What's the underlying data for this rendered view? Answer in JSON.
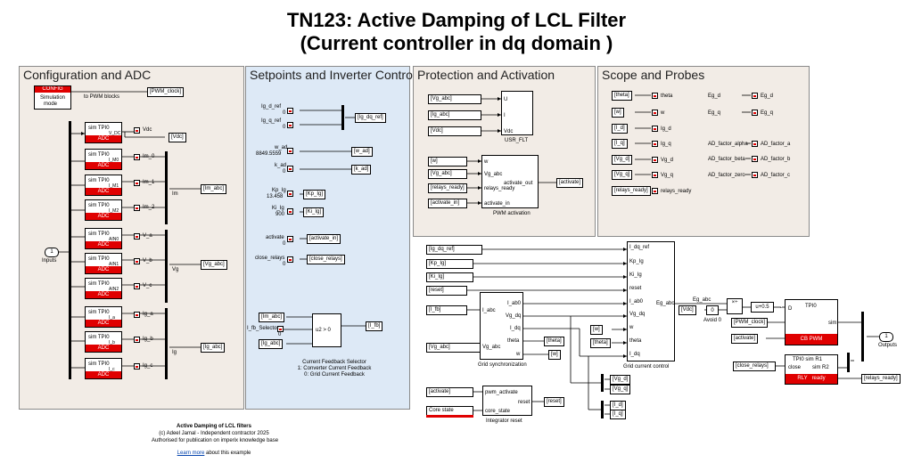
{
  "title": {
    "line1": "TN123: Active Damping of LCL Filter",
    "line2": "(Current controller in dq domain )"
  },
  "areas": {
    "config": "Configuration and ADC",
    "setpoints": "Setpoints and Inverter Control",
    "protection": "Protection and Activation",
    "scope": "Scope and Probes"
  },
  "config": {
    "config_label": "CONFIG",
    "sim_mode_line1": "Simulation",
    "sim_mode_line2": "mode",
    "to_pwm": "to PWM blocks",
    "pwm_clock": "[PWM_clock]",
    "adc_label": "ADC",
    "adc_blocks": [
      {
        "top": "sim TPI0",
        "sub": "V_DC"
      },
      {
        "top": "sim TPI0",
        "sub": "I_M0"
      },
      {
        "top": "sim TPI0",
        "sub": "I_M1"
      },
      {
        "top": "sim TPI0",
        "sub": "I_M2"
      },
      {
        "top": "sim TPI0",
        "sub": "AIN0"
      },
      {
        "top": "sim TPI0",
        "sub": "AIN1"
      },
      {
        "top": "sim TPI0",
        "sub": "AIN2"
      },
      {
        "top": "sim TPI0",
        "sub": "I_a"
      },
      {
        "top": "sim TPI0",
        "sub": "I_b"
      },
      {
        "top": "sim TPI0",
        "sub": "I_c"
      }
    ],
    "signals": [
      "Vdc",
      "Im_0",
      "Im_1",
      "Im_2",
      "V_a",
      "V_b",
      "V_c",
      "Ig_a",
      "Ig_b",
      "Ig_c"
    ],
    "vdc_tag": "[Vdc]",
    "im_bus": "Im",
    "im_tag": "[Im_abc]",
    "vg_bus": "Vg",
    "vg_tag": "[Vg_abc]",
    "ig_bus": "Ig",
    "ig_tag": "[Ig_abc]",
    "inport_num": "1",
    "inport_label": "Inputs"
  },
  "setpoints": {
    "ig_d_ref": "Ig_d_ref",
    "ig_q_ref": "Ig_q_ref",
    "ig_dq_ref_tag": "[Ig_dq_ref]",
    "w_ad": "w_ad",
    "w_ad_val": "8849.5559",
    "w_ad_tag": "[w_ad]",
    "k_ad": "k_ad",
    "k_ad_val": "0",
    "k_ad_tag": "[k_ad]",
    "kp_ig": "Kp_Ig",
    "kp_ig_val": "13.458",
    "kp_ig_tag": "[Kp_Ig]",
    "ki_ig": "Ki_Ig",
    "ki_ig_val": "900",
    "ki_ig_tag": "[Ki_Ig]",
    "activate": "activate",
    "activate_val": "0",
    "activate_tag": "[activate_in]",
    "close_relays": "close_relays",
    "close_relays_val": "0",
    "close_relays_tag": "[close_relays]",
    "zero_a": "0",
    "zero_b": "0",
    "im_abc": "[Im_abc]",
    "fb_selector": "I_fb_Selector",
    "fb_selector_val": "0",
    "ig_abc": "[Ig_abc]",
    "switch_cond": "u2 > 0",
    "i_fb_tag": "[I_fb]",
    "fb_note_line1": "Current Feedback Selector",
    "fb_note_line2": "1: Converter Current Feedback",
    "fb_note_line3": "0: Grid Current Feedback"
  },
  "protection": {
    "vg_abc": "[Vg_abc]",
    "ig_abc": "[Ig_abc]",
    "vdc": "[Vdc]",
    "in_u": "U",
    "in_i": "I",
    "in_vdc": "Vdc",
    "usr_flt": "USR_FLT",
    "w": "[w]",
    "vg_abc2": "[Vg_abc]",
    "relays_ready": "[relays_ready]",
    "activate_in": "[activate_in]",
    "pwm_in_w": "w",
    "pwm_in_vg": "Vg_abc",
    "pwm_in_relays": "relays_ready",
    "pwm_in_act": "activate_in",
    "pwm_out": "activate_out",
    "activate_tag": "[activate]",
    "pwm_activation": "PWM activation"
  },
  "scope": {
    "rows_left": [
      "[theta]",
      "[w]",
      "[I_d]",
      "[I_q]",
      "[Vg_d]",
      "[Vg_q]",
      "[relays_ready]"
    ],
    "labels_left": [
      "theta",
      "w",
      "Ig_d",
      "Ig_q",
      "Vg_d",
      "Vg_q",
      "relays_ready"
    ],
    "rows_right": [
      "Eg_d",
      "Eg_q",
      "AD_factor_alpha",
      "AD_factor_beta",
      "AD_factor_zero"
    ],
    "labels_right": [
      "Eg_d",
      "Eg_q",
      "AD_factor_a",
      "AD_factor_b",
      "AD_factor_c"
    ]
  },
  "control": {
    "ig_dq_ref": "[Ig_dq_ref]",
    "kp_ig": "[Kp_Ig]",
    "ki_ig": "[Ki_Ig]",
    "reset": "[reset]",
    "i_fb": "[I_fb]",
    "vg_abc": "[Vg_abc]",
    "gs_in_iabc": "I_abc",
    "gs_in_vg": "Vg_abc",
    "gs_out_iab0": "I_ab0",
    "gs_out_vgdq": "Vg_dq",
    "gs_out_idq": "I_dq",
    "gs_out_theta": "theta",
    "gs_out_w": "w",
    "grid_sync": "Grid synchronization",
    "theta_tag": "[theta]",
    "w_tag": "[w]",
    "gcc_in": [
      "I_dq_ref",
      "Kp_Ig",
      "Ki_Ig",
      "reset",
      "I_ab0",
      "Vg_dq",
      "w",
      "theta",
      "I_dq"
    ],
    "gcc_out": "Eg_abc",
    "gcc_name": "Grid current control",
    "w_tag2": "[w]",
    "theta_tag2": "[theta]",
    "vg_d": "[Vg_d]",
    "vg_q": "[Vg_q]",
    "i_d": "[I_d]",
    "i_q": "[I_q]",
    "activate": "[activate]",
    "core_state": "Core state",
    "ir_in_act": "pwm_activate",
    "ir_in_core": "core_state",
    "ir_out": "reset",
    "reset_tag": "[reset]",
    "integrator_reset": "Integrator reset",
    "eg_abc": "Eg_abc",
    "vdc": "[Vdc]",
    "avoid0": "Avoid 0",
    "avoid0_val": "0",
    "divide": "×÷",
    "fcn": "u+0.5",
    "pwm_clock": "[PWM_clock]",
    "activate2": "[activate]",
    "close_relays": "[close_relays]",
    "tpi_d": "D",
    "tpi_sim": "sim",
    "tpi_name": "TPI0",
    "cb_pwm": "CB PWM",
    "rly_sim": "TPI0 sim R1",
    "rly_close": "close",
    "rly_r2": "sim R2",
    "rly_name": "RLY",
    "rly_ready": "ready",
    "relays_ready": "[relays_ready]",
    "outport_num": "1",
    "outputs": "Outputs"
  },
  "footer": {
    "line1": "Active Damping of LCL filters",
    "line2": "(c) Adeel Jamal - Independent contractor 2025",
    "line3": "Authorised for publication on imperix knowledge base",
    "learn_link": "Learn more",
    "learn_rest": " about this example"
  },
  "colors": {
    "red": "#e00000",
    "blue_area": "#dde9f6",
    "beige_area": "#f2ece6"
  }
}
